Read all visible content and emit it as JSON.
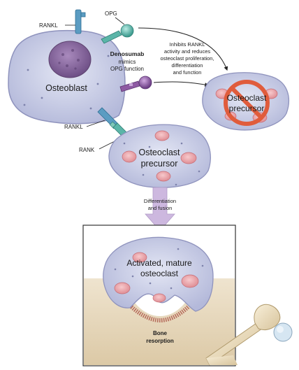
{
  "labels": {
    "rankl_top": "RANKL",
    "opg": "OPG",
    "osteoblast": "Osteoblast",
    "denosumab": "Denosumab",
    "denosumab_line2": "mimics",
    "denosumab_line3": "OPG function",
    "inhibits_line1": "Inhibits RANKL",
    "inhibits_line2": "activity and reduces",
    "inhibits_line3": "osteoclast proliferation,",
    "inhibits_line4": "differentiation",
    "inhibits_line5": "and function",
    "precursor_small_line1": "Osteoclast",
    "precursor_small_line2": "precursor",
    "rankl_mid": "RANKL",
    "rank": "RANK",
    "precursor_line1": "Osteoclast",
    "precursor_line2": "precursor",
    "diff_line1": "Differentiation",
    "diff_line2": "and fusion",
    "mature_line1": "Activated, mature",
    "mature_line2": "osteoclast",
    "bone_line1": "Bone",
    "bone_line2": "resorption"
  },
  "colors": {
    "cell_fill": "#c9cde6",
    "cell_edge": "#8f93bd",
    "nucleus": "#8e6fa3",
    "opg_teal": "#5bb5a8",
    "denosumab_purple": "#8e5aa3",
    "osteoclast_nuclei": "#e79aa0",
    "arrow_lavender": "#cdb8df",
    "inhibit_red": "#e05c3c",
    "bone": "#e9dcc4",
    "resorption_pit": "#b56a5a"
  }
}
